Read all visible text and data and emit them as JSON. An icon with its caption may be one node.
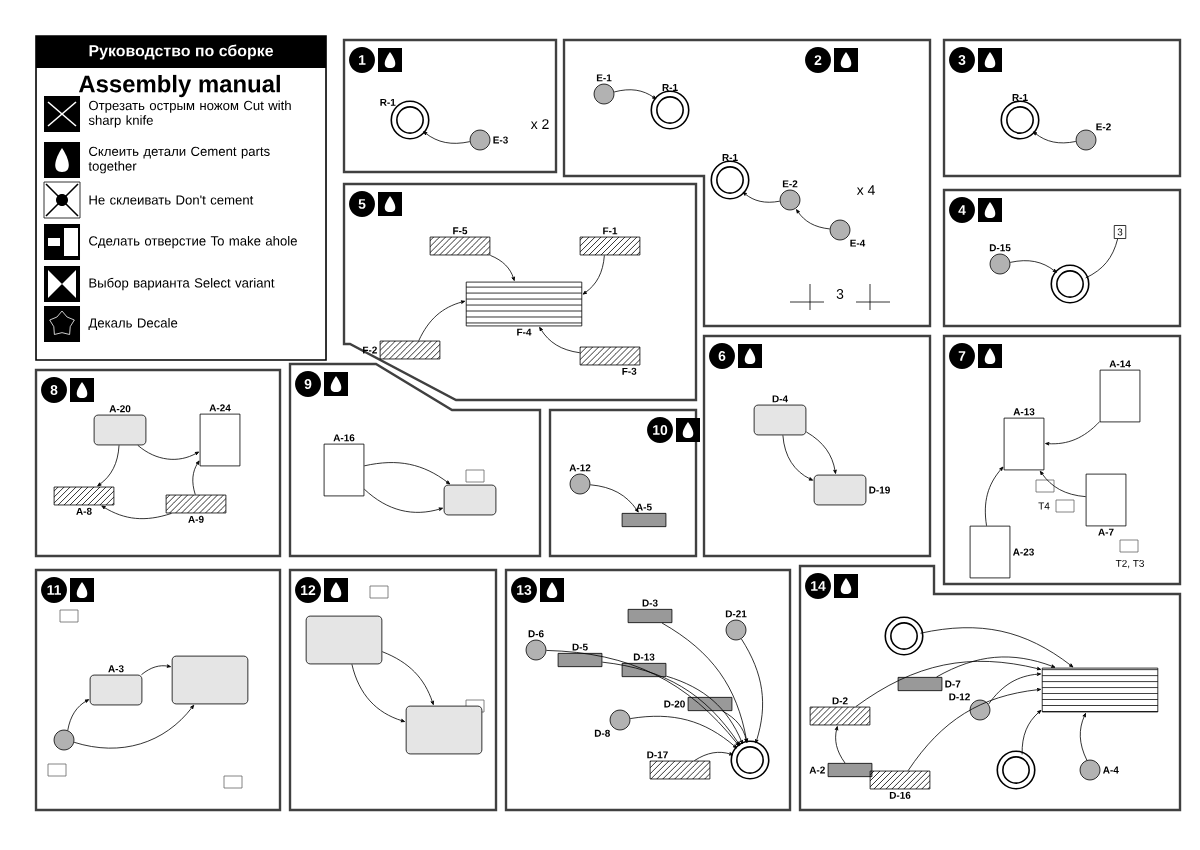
{
  "diagram": {
    "title": "Руководство по сборке",
    "nodes": [
      {
        "text": [
          "1"
        ]
      },
      {
        "text": [
          "R-1"
        ],
        "in": 0
      },
      {
        "text": [
          "E-3"
        ],
        "in": 0
      },
      {
        "text": [
          "2"
        ]
      },
      {
        "text": [
          "E-1"
        ],
        "in": 3
      },
      {
        "text": [
          "R-1"
        ],
        "in": 3
      },
      {
        "text": [
          "R-1"
        ],
        "in": 3
      },
      {
        "text": [
          "E-2"
        ],
        "in": 3
      },
      {
        "text": [
          "E-4"
        ],
        "in": 3
      },
      {
        "text": [
          "3"
        ]
      },
      {
        "text": [
          "R-1"
        ],
        "in": 9
      },
      {
        "text": [
          "E-2"
        ],
        "in": 9
      },
      {
        "text": [
          "4"
        ]
      },
      {
        "text": [
          "D-15"
        ],
        "in": 12
      },
      {
        "text": [],
        "shape": "circle",
        "in": 12
      },
      {
        "text": [
          "3"
        ],
        "in": 12
      },
      {
        "text": [
          "5"
        ]
      },
      {
        "text": [
          "F-5"
        ],
        "in": 16
      },
      {
        "text": [
          "F-1"
        ],
        "in": 16
      },
      {
        "text": [
          "F-4"
        ],
        "in": 16
      },
      {
        "text": [
          "F-2"
        ],
        "in": 16
      },
      {
        "text": [
          "F-3"
        ],
        "in": 16
      },
      {
        "text": [
          "6"
        ]
      },
      {
        "text": [
          "D-4"
        ],
        "in": 22
      },
      {
        "text": [
          "D-19"
        ],
        "in": 22
      },
      {
        "text": [
          "7"
        ]
      },
      {
        "text": [
          "A-14"
        ],
        "in": 25
      },
      {
        "text": [
          "A-13"
        ],
        "in": 25
      },
      {
        "text": [
          "A-7"
        ],
        "in": 25
      },
      {
        "text": [
          "A-23"
        ],
        "in": 25
      },
      {
        "text": [
          "8"
        ]
      },
      {
        "text": [
          "A-20"
        ],
        "in": 30
      },
      {
        "text": [
          "A-24"
        ],
        "in": 30
      },
      {
        "text": [
          "A-8"
        ],
        "in": 30
      },
      {
        "text": [
          "A-9"
        ],
        "in": 30
      },
      {
        "text": [
          "9"
        ]
      },
      {
        "text": [
          "A-16"
        ],
        "in": 35
      },
      {
        "text": [],
        "shape": "box",
        "in": 35
      },
      {
        "text": [
          "10"
        ]
      },
      {
        "text": [
          "A-12"
        ],
        "in": 38
      },
      {
        "text": [
          "A-5"
        ],
        "in": 38
      },
      {
        "text": [
          "11"
        ]
      },
      {
        "text": [
          "A-3"
        ],
        "in": 41
      },
      {
        "text": [],
        "shape": "circle",
        "in": 41
      },
      {
        "text": [],
        "shape": "box",
        "in": 41
      },
      {
        "text": [
          "12"
        ]
      },
      {
        "text": [],
        "shape": "box",
        "in": 45
      },
      {
        "text": [],
        "shape": "box",
        "in": 45
      },
      {
        "text": [
          "13"
        ]
      },
      {
        "text": [
          "D-6"
        ],
        "in": 48
      },
      {
        "text": [
          "D-5"
        ],
        "in": 48
      },
      {
        "text": [
          "D-3"
        ],
        "in": 48
      },
      {
        "text": [
          "D-13"
        ],
        "in": 48
      },
      {
        "text": [
          "D-21"
        ],
        "in": 48
      },
      {
        "text": [
          "D-8"
        ],
        "in": 48
      },
      {
        "text": [
          "D-20"
        ],
        "in": 48
      },
      {
        "text": [
          "D-17"
        ],
        "in": 48
      },
      {
        "text": [],
        "shape": "circle",
        "in": 48
      },
      {
        "text": [
          "14"
        ]
      },
      {
        "text": [],
        "shape": "circle",
        "in": 58
      },
      {
        "text": [
          "D-7"
        ],
        "in": 58
      },
      {
        "text": [
          "D-2"
        ],
        "in": 58
      },
      {
        "text": [
          "D-12"
        ],
        "in": 58
      },
      {
        "text": [],
        "shape": "box",
        "in": 58
      },
      {
        "text": [
          "A-2"
        ],
        "in": 58
      },
      {
        "text": [
          "D-16"
        ],
        "in": 58
      },
      {
        "text": [
          "A-4"
        ],
        "in": 58
      },
      {
        "text": [],
        "shape": "circle",
        "in": 58
      }
    ],
    "edges": [
      {
        "from": 2,
        "to": 1,
        "arrow": "to"
      },
      {
        "from": 4,
        "to": 5,
        "arrow": "to"
      },
      {
        "from": 7,
        "to": 6,
        "arrow": "to"
      },
      {
        "from": 8,
        "to": 7,
        "arrow": "to"
      },
      {
        "from": 11,
        "to": 10,
        "arrow": "to"
      },
      {
        "from": 13,
        "to": 14,
        "arrow": "to"
      },
      {
        "from": 15,
        "to": 14,
        "arrow": "none"
      },
      {
        "from": 17,
        "to": 19,
        "arrow": "to"
      },
      {
        "from": 18,
        "to": 19,
        "arrow": "to"
      },
      {
        "from": 20,
        "to": 19,
        "arrow": "to"
      },
      {
        "from": 21,
        "to": 19,
        "arrow": "to"
      },
      {
        "from": 23,
        "to": 24,
        "arrow": "to"
      },
      {
        "from": 23,
        "to": 24,
        "arrow": "to"
      },
      {
        "from": 26,
        "to": 27,
        "arrow": "to"
      },
      {
        "from": 28,
        "to": 27,
        "arrow": "to"
      },
      {
        "from": 29,
        "to": 27,
        "arrow": "to"
      },
      {
        "from": 31,
        "to": 33,
        "arrow": "to"
      },
      {
        "from": 31,
        "to": 32,
        "arrow": "to"
      },
      {
        "from": 34,
        "to": 32,
        "arrow": "to"
      },
      {
        "from": 34,
        "to": 33,
        "arrow": "to"
      },
      {
        "from": 36,
        "to": 37,
        "arrow": "to"
      },
      {
        "from": 36,
        "to": 37,
        "arrow": "to"
      },
      {
        "from": 39,
        "to": 40,
        "arrow": "to"
      },
      {
        "from": 42,
        "to": 44,
        "arrow": "to"
      },
      {
        "from": 43,
        "to": 42,
        "arrow": "to"
      },
      {
        "from": 43,
        "to": 44,
        "arrow": "to"
      },
      {
        "from": 46,
        "to": 47,
        "arrow": "to"
      },
      {
        "from": 46,
        "to": 47,
        "arrow": "to"
      },
      {
        "from": 49,
        "to": 57,
        "arrow": "to"
      },
      {
        "from": 50,
        "to": 57,
        "arrow": "to"
      },
      {
        "from": 51,
        "to": 57,
        "arrow": "to"
      },
      {
        "from": 52,
        "to": 57,
        "arrow": "to"
      },
      {
        "from": 53,
        "to": 57,
        "arrow": "to"
      },
      {
        "from": 54,
        "to": 57,
        "arrow": "to"
      },
      {
        "from": 55,
        "to": 57,
        "arrow": "to"
      },
      {
        "from": 56,
        "to": 57,
        "arrow": "to"
      },
      {
        "from": 59,
        "to": 63,
        "arrow": "to"
      },
      {
        "from": 60,
        "to": 63,
        "arrow": "to"
      },
      {
        "from": 61,
        "to": 63,
        "arrow": "to"
      },
      {
        "from": 62,
        "to": 63,
        "arrow": "to"
      },
      {
        "from": 64,
        "to": 61,
        "arrow": "to"
      },
      {
        "from": 65,
        "to": 63,
        "arrow": "to"
      },
      {
        "from": 67,
        "to": 63,
        "arrow": "to"
      },
      {
        "from": 66,
        "to": 63,
        "arrow": "to"
      }
    ],
    "labels": [
      "Assembly manual",
      "x 2",
      "x 4",
      "3",
      "T4",
      "T2, T3"
    ],
    "legend": [
      {
        "text": "Отрезать острым ножом Cut with sharp knife"
      },
      {
        "text": "Склеить детали Cement parts together"
      },
      {
        "text": "Не склеивать Don't cement"
      },
      {
        "text": "Сделать отверстие To make ahole"
      },
      {
        "text": "Выбор варианта Select variant"
      },
      {
        "text": "Декаль Decale"
      }
    ]
  }
}
